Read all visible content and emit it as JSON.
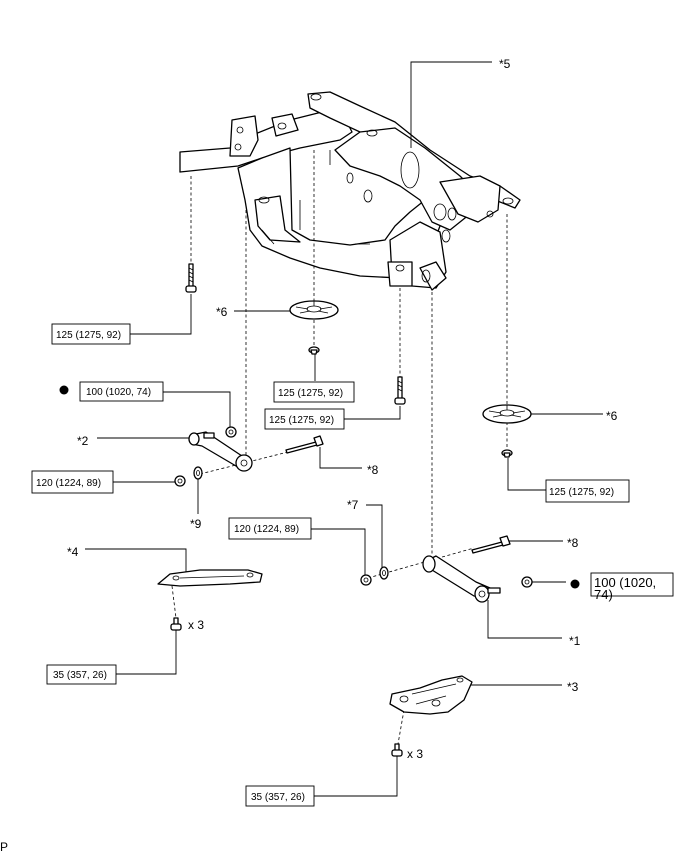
{
  "callouts": {
    "c1": "*1",
    "c2": "*2",
    "c3": "*3",
    "c4": "*4",
    "c5": "*5",
    "c6a": "*6",
    "c6b": "*6",
    "c7": "*7",
    "c8a": "*8",
    "c8b": "*8",
    "c9": "*9"
  },
  "torques": {
    "t125_left": "125 (1275, 92)",
    "t125_center": "125 (1275, 92)",
    "t125_mid": "125 (1275, 92)",
    "t125_right": "125 (1275, 92)",
    "t100_left": "100 (1020, 74)",
    "t100_right_line1": "100 (1020,",
    "t100_right_line2": "74)",
    "t120_left": "120 (1224, 89)",
    "t120_mid": "120 (1224, 89)",
    "t35_left": "35 (357, 26)",
    "t35_bottom": "35 (357, 26)"
  },
  "quantities": {
    "q_left": "x 3",
    "q_bottom": "x 3"
  },
  "footer": {
    "corner_letter": "P"
  }
}
